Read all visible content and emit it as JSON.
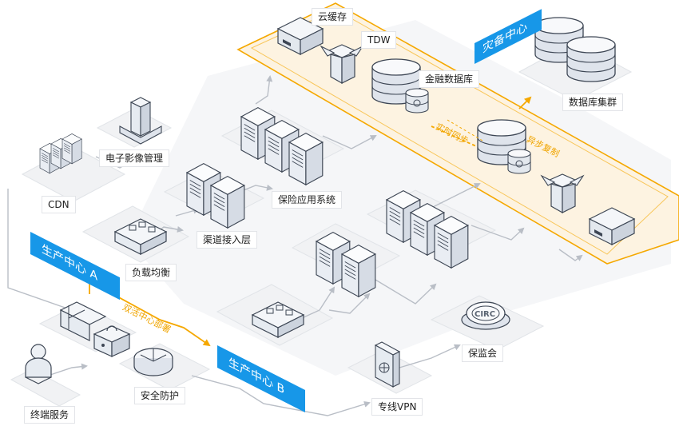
{
  "nodes": {
    "cdn": "CDN",
    "image_mgmt": "电子影像管理",
    "load_balance": "负载均衡",
    "channel": "渠道接入层",
    "insurance": "保险应用系统",
    "cache": "云缓存",
    "tdw": "TDW",
    "fin_db": "金融数据库",
    "db_cluster": "数据库集群",
    "security": "安全防护",
    "terminal": "终端服务",
    "vpn": "专线VPN",
    "circ_label": "保监会",
    "circ_logo": "CIRC"
  },
  "banners": {
    "center_a": "生产中心 A",
    "center_b": "生产中心 B",
    "dr_center": "灾备中心"
  },
  "annotations": {
    "dual_active": "双活中心部署",
    "realtime_sync": "实时同步",
    "async_copy": "异步复制"
  },
  "colors": {
    "accent_orange": "#f5a800",
    "banner_blue": "#1797e8",
    "platform_fill": "#f1f2f4",
    "server_light": "#eef1f6",
    "server_stroke": "#3d4654"
  }
}
